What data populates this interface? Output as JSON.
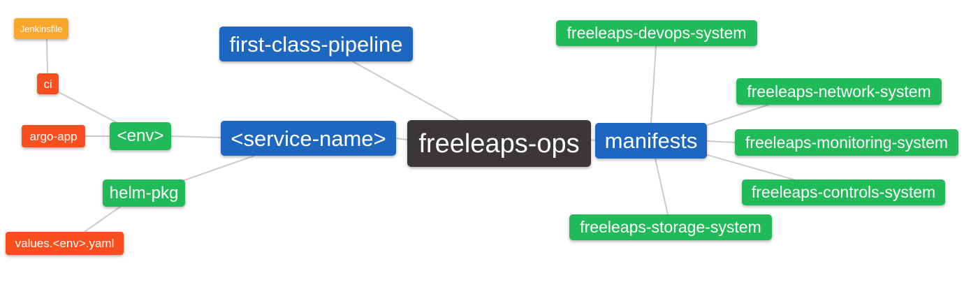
{
  "palette": {
    "background": "#ffffff",
    "blue": "#1d67c1",
    "green": "#21ba58",
    "red": "#fb4e1e",
    "orange": "#f9a72c",
    "dark": "#3b3737",
    "line": "#cbcbcb",
    "text": "#ffffff"
  },
  "mindmap": {
    "type": "mindmap",
    "root_label": "freeleaps-ops",
    "nodes": {
      "root": {
        "label": "freeleaps-ops",
        "color": "dark"
      },
      "first_class_pipeline": {
        "label": "first-class-pipeline",
        "color": "blue"
      },
      "service_name": {
        "label": "<service-name>",
        "color": "blue"
      },
      "manifests": {
        "label": "manifests",
        "color": "blue"
      },
      "env": {
        "label": "<env>",
        "color": "green"
      },
      "helm_pkg": {
        "label": "helm-pkg",
        "color": "green"
      },
      "devops_system": {
        "label": "freeleaps-devops-system",
        "color": "green"
      },
      "network_system": {
        "label": "freeleaps-network-system",
        "color": "green"
      },
      "monitoring_system": {
        "label": "freeleaps-monitoring-system",
        "color": "green"
      },
      "controls_system": {
        "label": "freeleaps-controls-system",
        "color": "green"
      },
      "storage_system": {
        "label": "freeleaps-storage-system",
        "color": "green"
      },
      "ci": {
        "label": "ci",
        "color": "red"
      },
      "argo_app": {
        "label": "argo-app",
        "color": "red"
      },
      "values_env_yaml": {
        "label": "values.<env>.yaml",
        "color": "red"
      },
      "jenkinsfile": {
        "label": "Jenkinsfile",
        "color": "orange"
      }
    },
    "edges": [
      {
        "from": "jenkinsfile",
        "to": "ci"
      },
      {
        "from": "ci",
        "to": "env"
      },
      {
        "from": "argo_app",
        "to": "env"
      },
      {
        "from": "env",
        "to": "service_name"
      },
      {
        "from": "helm_pkg",
        "to": "service_name"
      },
      {
        "from": "values_env_yaml",
        "to": "helm_pkg"
      },
      {
        "from": "first_class_pipeline",
        "to": "root"
      },
      {
        "from": "service_name",
        "to": "root"
      },
      {
        "from": "manifests",
        "to": "root"
      },
      {
        "from": "devops_system",
        "to": "manifests"
      },
      {
        "from": "network_system",
        "to": "manifests"
      },
      {
        "from": "monitoring_system",
        "to": "manifests"
      },
      {
        "from": "controls_system",
        "to": "manifests"
      },
      {
        "from": "storage_system",
        "to": "manifests"
      }
    ]
  }
}
